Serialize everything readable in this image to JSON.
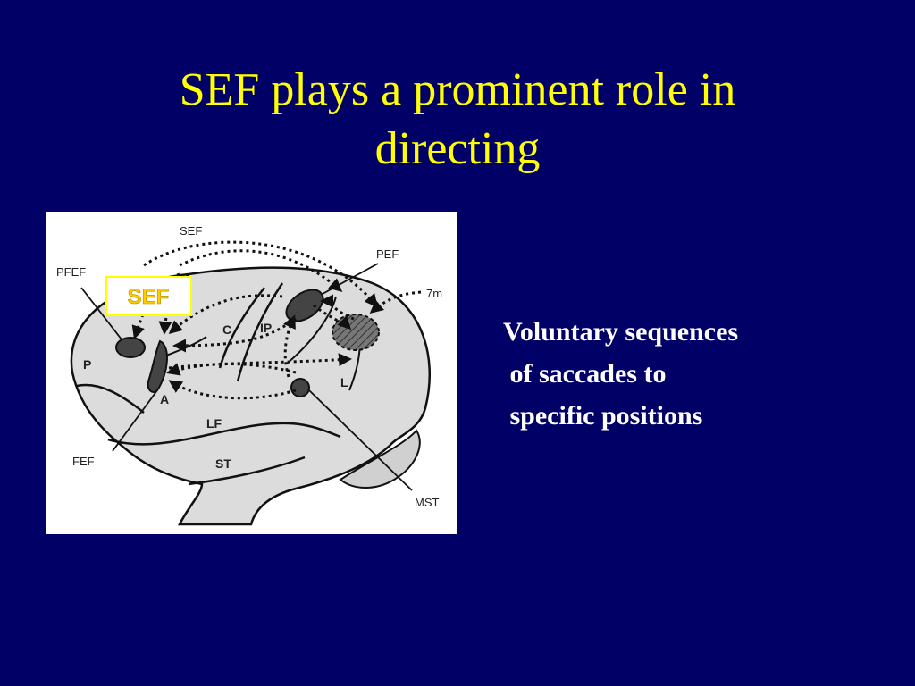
{
  "slide": {
    "title_line1": "SEF plays a prominent role in",
    "title_line2": "directing",
    "body_lines": [
      "Voluntary sequences",
      " of saccades to",
      " specific positions"
    ]
  },
  "colors": {
    "background": "#000066",
    "title": "#ffff00",
    "body_text": "#ffffff",
    "highlight_box": "#ffff00"
  },
  "diagram": {
    "highlight_label": "SEF",
    "labels": {
      "sef": "SEF",
      "pfef": "PFEF",
      "pef": "PEF",
      "m7": "7m",
      "fef": "FEF",
      "mst": "MST",
      "p": "P",
      "a": "A",
      "c": "C",
      "ip": "IP",
      "l": "L",
      "lf": "LF",
      "st": "ST"
    }
  }
}
